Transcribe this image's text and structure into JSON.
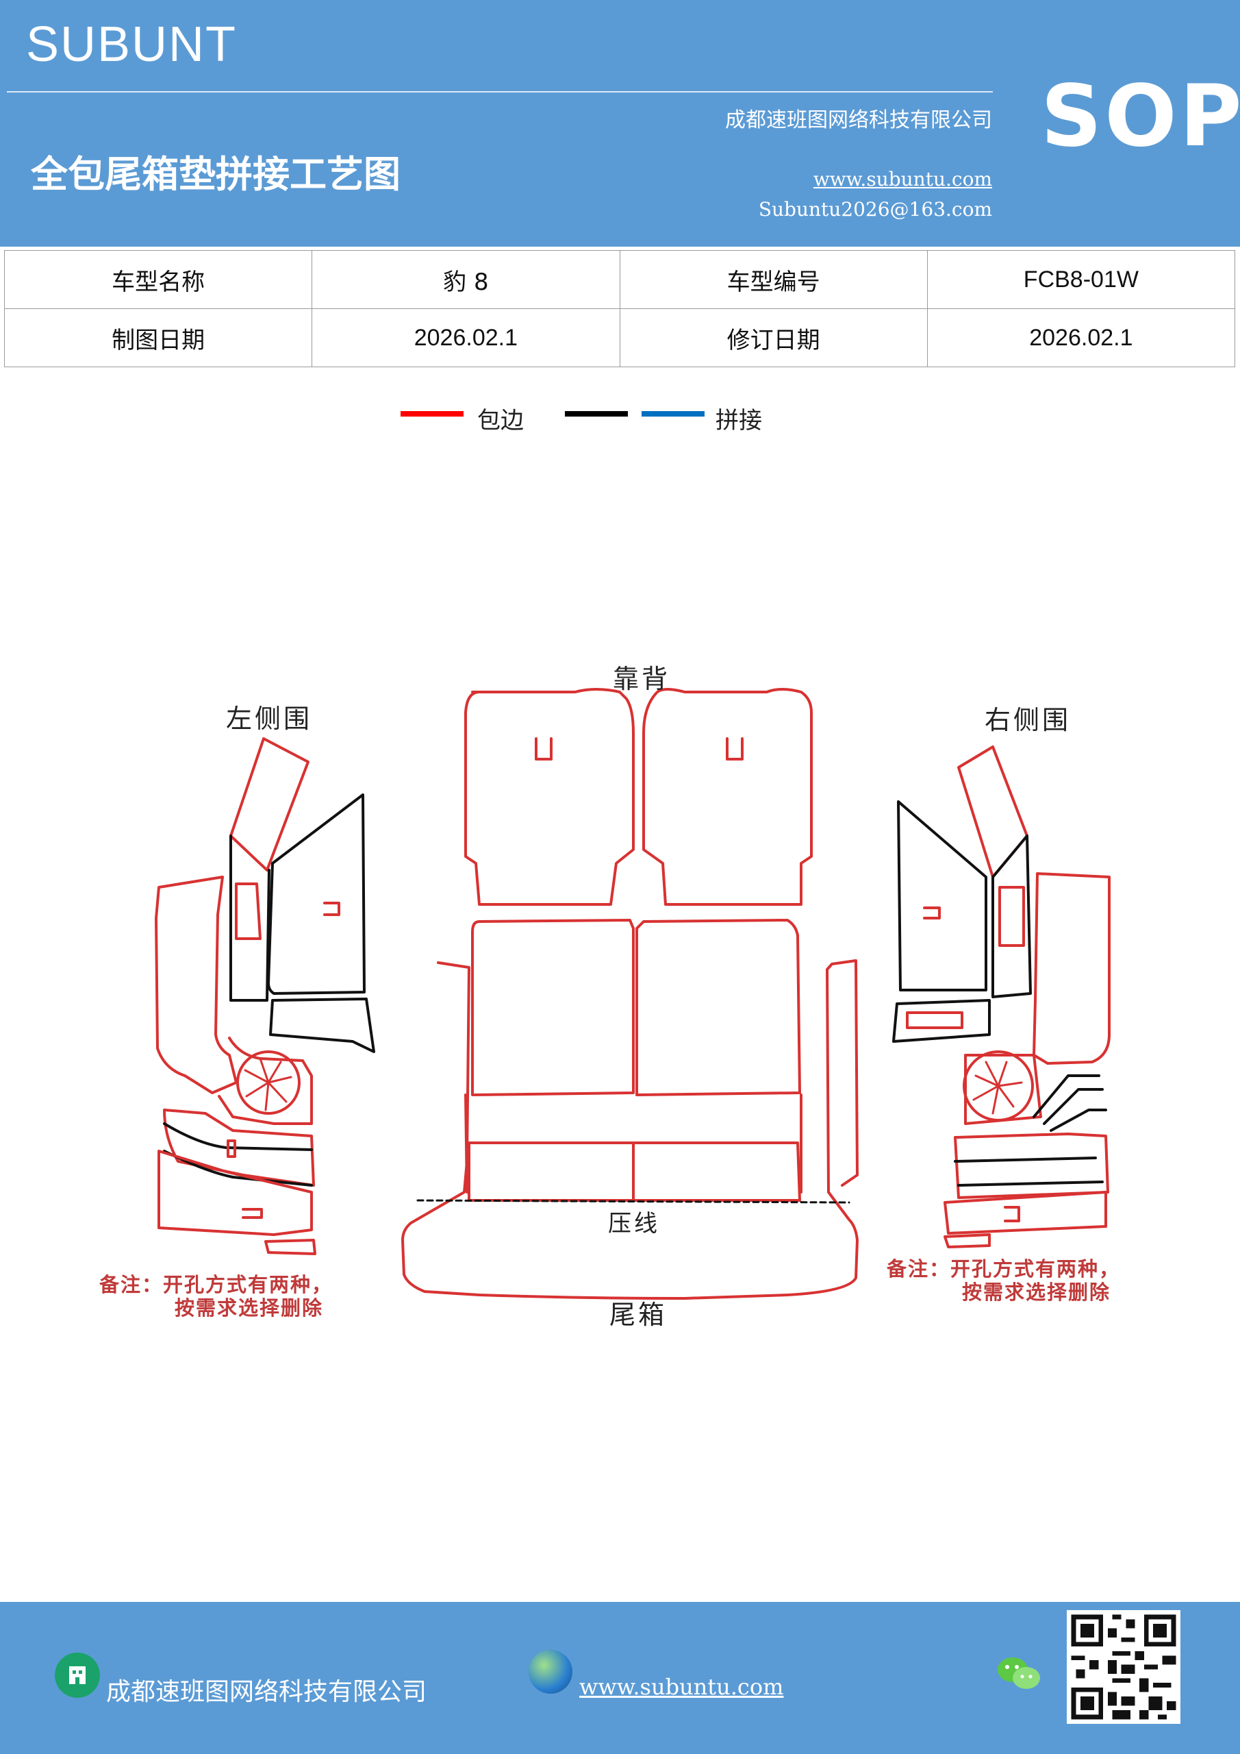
{
  "header": {
    "brand": "SUBUNT",
    "company": "成都速班图网络科技有限公司",
    "title": "全包尾箱垫拼接工艺图",
    "website": "www.subuntu.com",
    "email": "Subuntu2026@163.com",
    "badge": "SOP",
    "bg_color": "#5b9bd5"
  },
  "info_table": {
    "rows": [
      [
        "车型名称",
        "豹 8",
        "车型编号",
        "FCB8-01W"
      ],
      [
        "制图日期",
        "2026.02.1",
        "修订日期",
        "2026.02.1"
      ]
    ]
  },
  "legend": {
    "items": [
      {
        "color": "#ff0000",
        "label": "包边"
      },
      {
        "color": "#000000",
        "label": ""
      },
      {
        "color": "#0070c0",
        "label": "拼接"
      }
    ]
  },
  "diagram": {
    "labels": {
      "backrest": "靠背",
      "left_side": "左侧围",
      "right_side": "右侧围",
      "trunk": "尾箱",
      "press_line": "压线"
    },
    "note_left": [
      "备注：开孔方式有两种，",
      "按需求选择删除"
    ],
    "note_right": [
      "备注：开孔方式有两种，",
      "按需求选择删除"
    ],
    "colors": {
      "edge": "#d83232",
      "seam": "#111111",
      "note": "#c03a3a"
    }
  },
  "footer": {
    "company": "成都速班图网络科技有限公司",
    "website": "www.subuntu.com",
    "icons": [
      "building-icon",
      "globe-icon",
      "wechat-icon",
      "qr-code"
    ]
  }
}
